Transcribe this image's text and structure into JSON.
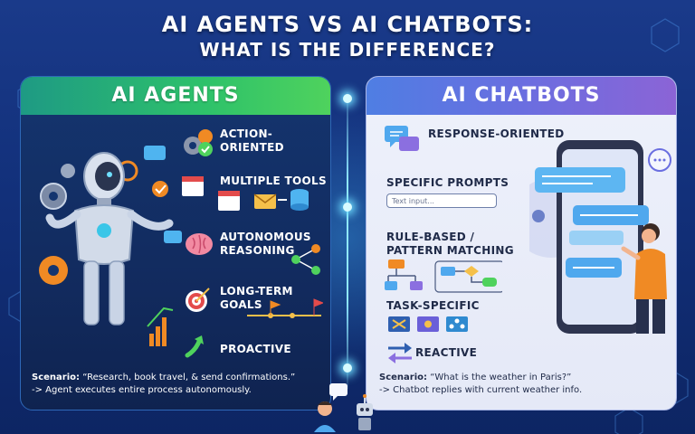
{
  "title": {
    "line1": "AI AGENTS VS AI CHATBOTS:",
    "line2": "WHAT IS THE DIFFERENCE?"
  },
  "agents": {
    "header": "AI AGENTS",
    "features": [
      {
        "label": "ACTION-",
        "label2": "ORIENTED",
        "icon": "gear-check-icon"
      },
      {
        "label": "MULTIPLE TOOLS",
        "icon": "tools-icon"
      },
      {
        "label": "AUTONOMOUS",
        "label2": "REASONING",
        "icon": "brain-icon"
      },
      {
        "label": "LONG-TERM",
        "label2": "GOALS",
        "icon": "target-icon"
      },
      {
        "label": "PROACTIVE",
        "icon": "arrow-up-icon"
      }
    ],
    "scenario_prefix": "Scenario:",
    "scenario_text": " “Research, book travel, & send confirmations.”",
    "scenario_result": "-> Agent executes entire process autonomously."
  },
  "chatbots": {
    "header": "AI CHATBOTS",
    "features": [
      {
        "label": "RESPONSE-ORIENTED",
        "icon": "chat-bubbles-icon"
      },
      {
        "label": "SPECIFIC PROMPTS",
        "icon": "prompt-icon"
      },
      {
        "label": "RULE-BASED /",
        "label2": "PATTERN MATCHING",
        "icon": "flowchart-icon"
      },
      {
        "label": "TASK-SPECIFIC",
        "icon": "task-icons"
      },
      {
        "label": "REACTIVE",
        "icon": "swap-arrows-icon"
      }
    ],
    "input_placeholder": "Text input...",
    "scenario_prefix": "Scenario:",
    "scenario_text": " “What is the weather in Paris?”",
    "scenario_result": "-> Chatbot replies with current weather info."
  },
  "colors": {
    "agents_header": "#2ec26a",
    "chatbots_header": "#6a6ee0",
    "accent_orange": "#f08a24",
    "divider": "#8fe8ff"
  }
}
